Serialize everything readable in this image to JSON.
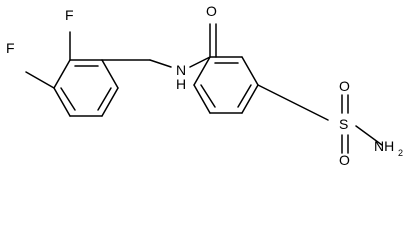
{
  "molecule": {
    "atoms": {
      "f_top": "F",
      "f_left": "F",
      "amide_n": "N",
      "amide_h": "H",
      "amide_o": "O",
      "sulfonyl_o_top": "O",
      "sulfonyl_o_bottom": "O",
      "sulfonyl_s": "S",
      "sulfonamide_n": "NH",
      "sulfonamide_sub": "2"
    }
  }
}
